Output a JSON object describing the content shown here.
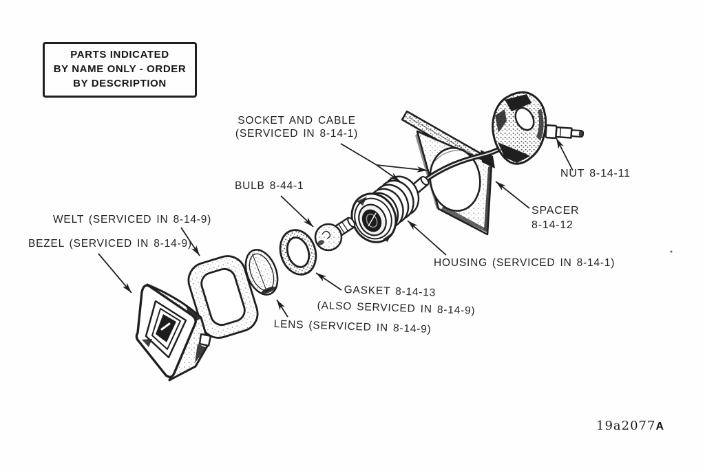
{
  "note": {
    "line1": "PARTS INDICATED",
    "line2": "BY NAME ONLY - ORDER",
    "line3": "BY DESCRIPTION"
  },
  "labels": {
    "socket_cable_line1": "SOCKET AND CABLE",
    "socket_cable_line2": "(SERVICED IN 8-14-1)",
    "bulb": "BULB 8-44-1",
    "nut": "NUT 8-14-11",
    "spacer_line1": "SPACER",
    "spacer_line2": "8-14-12",
    "housing": "HOUSING (SERVICED IN 8-14-1)",
    "welt": "WELT (SERVICED IN 8-14-9)",
    "bezel": "BEZEL (SERVICED IN 8-14-9)",
    "gasket_line1": "GASKET 8-14-13",
    "gasket_line2": "(ALSO SERVICED IN 8-14-9)",
    "lens": "LENS (SERVICED IN 8-14-9)"
  },
  "figure_number": {
    "base": "19a2077",
    "suffix": "A"
  },
  "parts_depicted": [
    "bezel",
    "welt",
    "lens",
    "gasket",
    "bulb",
    "socket and cable",
    "housing",
    "spacer",
    "nut"
  ],
  "colors": {
    "ink": "#1f1f1f",
    "paper": "#fefefe"
  }
}
